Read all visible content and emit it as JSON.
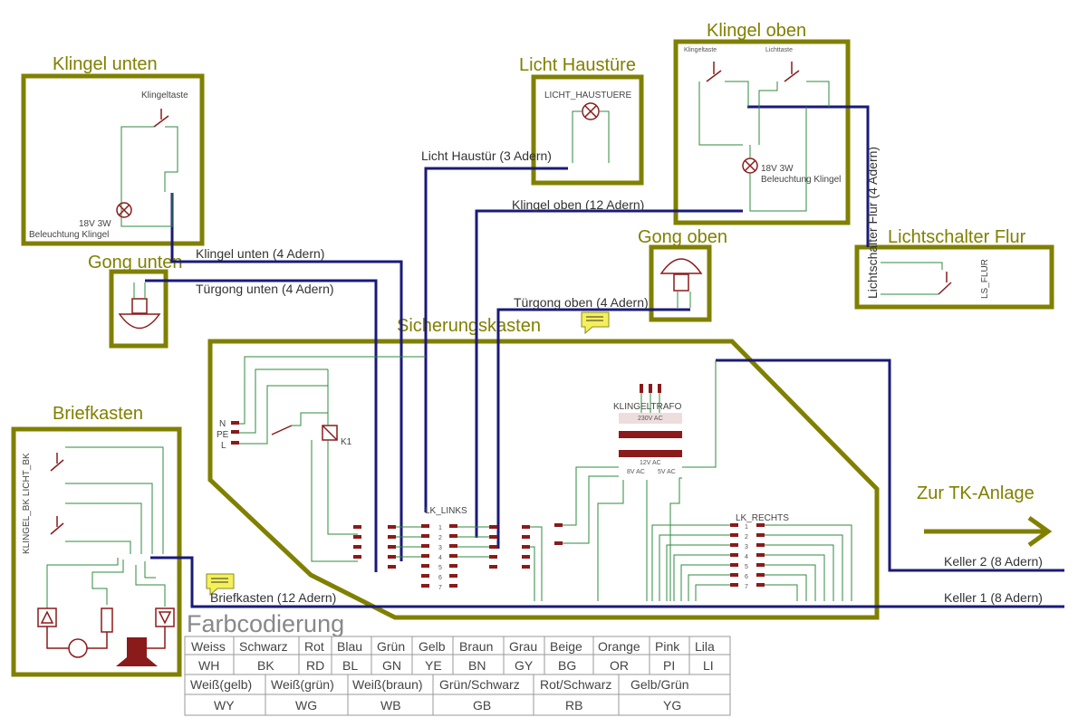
{
  "boxes": {
    "klingel_unten": "Klingel unten",
    "licht_haustuere": "Licht Haustüre",
    "klingel_oben": "Klingel oben",
    "gong_oben": "Gong oben",
    "lichtschalter_flur": "Lichtschalter Flur",
    "gong_unten": "Gong unten",
    "sicherungskasten": "Sicherungskasten",
    "briefkasten": "Briefkasten",
    "tk_anlage": "Zur TK-Anlage"
  },
  "cables": {
    "licht_haustuer": "Licht Haustür (3 Adern)",
    "klingel_oben": "Klingel oben (12 Adern)",
    "klingel_unten": "Klingel unten (4 Adern)",
    "tuergong_unten": "Türgong unten (4 Adern)",
    "tuergong_oben": "Türgong oben (4 Adern)",
    "lichtschalter_flur": "Lichtschalter Flur (4 Adern)",
    "briefkasten": "Briefkasten (12 Adern)",
    "keller2": "Keller 2 (8 Adern)",
    "keller1": "Keller 1 (8 Adern)"
  },
  "parts": {
    "klingeltaste": "Klingeltaste",
    "lichttaste": "Lichttaste",
    "licht_haustuere_lamp": "LICHT_HAUSTUERE",
    "lamp_18v": "18V 3W",
    "beleuchtung_klingel": "Beleuchtung Klingel",
    "ls_flur": "LS_FLUR",
    "klingeltrafo": "KLINGELTRAFO",
    "ac230": "230V AC",
    "ac12": "12V AC",
    "ac8": "8V AC",
    "ac5": "5V AC",
    "k1": "K1",
    "lk_links": "LK_LINKS",
    "lk_rechts": "LK_RECHTS",
    "briefkasten_labels": "KLINGEL_BK  LICHT_BK",
    "npel": [
      "N",
      "PE",
      "L"
    ]
  },
  "legend": {
    "title": "Farbcodierung",
    "row1": [
      "Weiss",
      "Schwarz",
      "Rot",
      "Blau",
      "Grün",
      "Gelb",
      "Braun",
      "Grau",
      "Beige",
      "Orange",
      "Pink",
      "Lila"
    ],
    "row2": [
      "WH",
      "BK",
      "RD",
      "BL",
      "GN",
      "YE",
      "BN",
      "GY",
      "BG",
      "OR",
      "PI",
      "LI"
    ],
    "row3": [
      "Weiß(gelb)",
      "Weiß(grün)",
      "Weiß(braun)",
      "Grün/Schwarz",
      "Rot/Schwarz",
      "Gelb/Grün"
    ],
    "row4": [
      "WY",
      "WG",
      "WB",
      "GB",
      "RB",
      "YG"
    ]
  },
  "colors": {
    "box": "#808000",
    "cable": "#1a1a7a",
    "wire": "#2e8b3e",
    "component": "#8b1a1a",
    "note": "#f5f05a"
  }
}
